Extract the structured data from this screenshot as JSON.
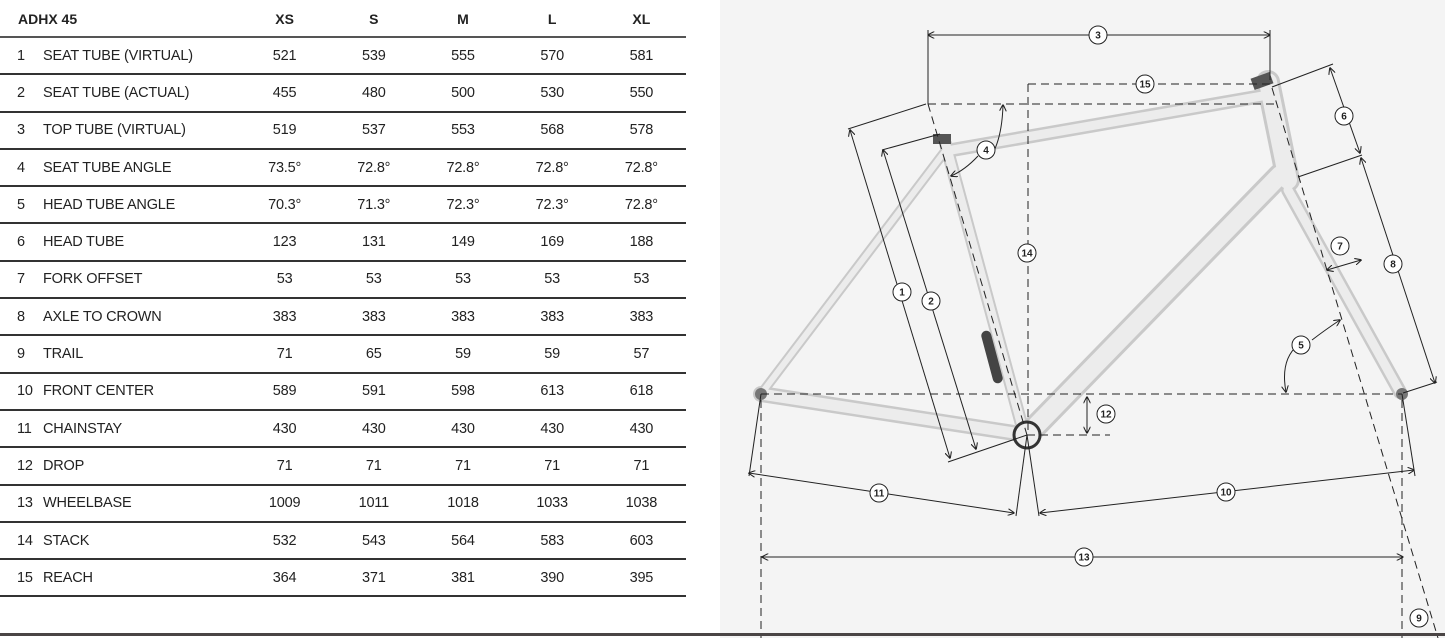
{
  "table": {
    "title": "ADHX 45",
    "sizes": [
      "XS",
      "S",
      "M",
      "L",
      "XL"
    ],
    "rows": [
      {
        "num": "1",
        "name": "SEAT TUBE (VIRTUAL)",
        "values": [
          "521",
          "539",
          "555",
          "570",
          "581"
        ]
      },
      {
        "num": "2",
        "name": "SEAT TUBE (ACTUAL)",
        "values": [
          "455",
          "480",
          "500",
          "530",
          "550"
        ]
      },
      {
        "num": "3",
        "name": "TOP TUBE (VIRTUAL)",
        "values": [
          "519",
          "537",
          "553",
          "568",
          "578"
        ]
      },
      {
        "num": "4",
        "name": "SEAT TUBE ANGLE",
        "values": [
          "73.5°",
          "72.8°",
          "72.8°",
          "72.8°",
          "72.8°"
        ]
      },
      {
        "num": "5",
        "name": "HEAD TUBE ANGLE",
        "values": [
          "70.3°",
          "71.3°",
          "72.3°",
          "72.3°",
          "72.8°"
        ]
      },
      {
        "num": "6",
        "name": "HEAD TUBE",
        "values": [
          "123",
          "131",
          "149",
          "169",
          "188"
        ]
      },
      {
        "num": "7",
        "name": "FORK OFFSET",
        "values": [
          "53",
          "53",
          "53",
          "53",
          "53"
        ]
      },
      {
        "num": "8",
        "name": "AXLE TO CROWN",
        "values": [
          "383",
          "383",
          "383",
          "383",
          "383"
        ]
      },
      {
        "num": "9",
        "name": "TRAIL",
        "values": [
          "71",
          "65",
          "59",
          "59",
          "57"
        ]
      },
      {
        "num": "10",
        "name": "FRONT CENTER",
        "values": [
          "589",
          "591",
          "598",
          "613",
          "618"
        ]
      },
      {
        "num": "11",
        "name": "CHAINSTAY",
        "values": [
          "430",
          "430",
          "430",
          "430",
          "430"
        ]
      },
      {
        "num": "12",
        "name": "DROP",
        "values": [
          "71",
          "71",
          "71",
          "71",
          "71"
        ]
      },
      {
        "num": "13",
        "name": "WHEELBASE",
        "values": [
          "1009",
          "1011",
          "1018",
          "1033",
          "1038"
        ]
      },
      {
        "num": "14",
        "name": "STACK",
        "values": [
          "532",
          "543",
          "564",
          "583",
          "603"
        ]
      },
      {
        "num": "15",
        "name": "REACH",
        "values": [
          "364",
          "371",
          "381",
          "390",
          "395"
        ]
      }
    ]
  },
  "diagram": {
    "labels": [
      "1",
      "2",
      "3",
      "4",
      "5",
      "6",
      "7",
      "8",
      "9",
      "10",
      "11",
      "12",
      "13",
      "14",
      "15"
    ]
  }
}
